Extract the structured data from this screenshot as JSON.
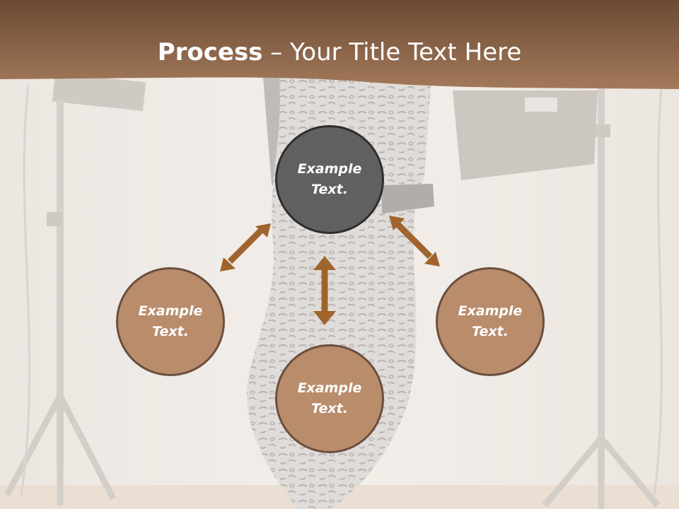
{
  "title": {
    "strong": "Process",
    "rest": " – Your Title Text Here"
  },
  "colors": {
    "header_dark": "#6b4a34",
    "header_light": "#a3795a",
    "arrow": "#a0642c",
    "node_dark_fill": "#606060",
    "node_dark_border": "#2e2e2e",
    "node_tan_fill": "#b98c6c",
    "node_tan_border": "#6b4f3e"
  },
  "nodes": {
    "top": "Example Text.",
    "left": "Example Text.",
    "right": "Example Text.",
    "bottom": "Example Text."
  }
}
